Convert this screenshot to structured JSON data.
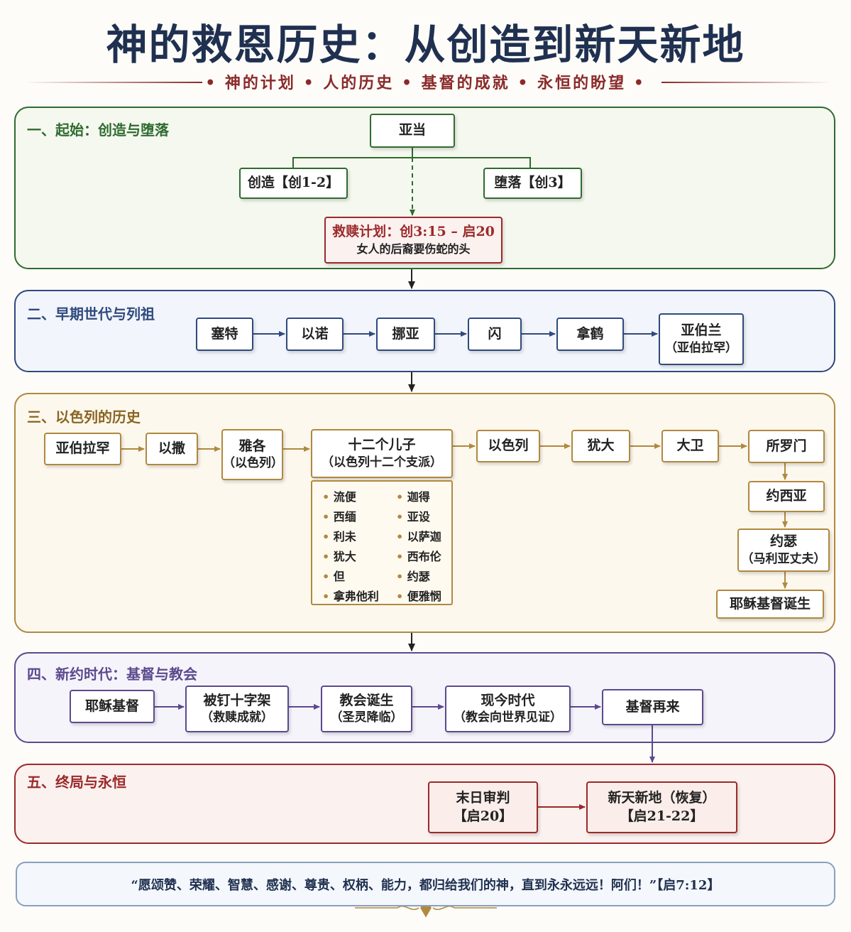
{
  "header": {
    "title": "神的救恩历史：从创造到新天新地",
    "subtitle": "• 神的计划 • 人的历史 • 基督的成就 • 永恒的盼望 •"
  },
  "sections": {
    "s1": {
      "label": "一、起始：创造与堕落",
      "adam": "亚当",
      "creation": "创造【创1-2】",
      "fall": "堕落【创3】",
      "plan_title": "救赎计划：创3:15 – 启20",
      "plan_sub": "女人的后裔要伤蛇的头"
    },
    "s2": {
      "label": "二、早期世代与列祖",
      "nodes": [
        "塞特",
        "以诺",
        "挪亚",
        "闪",
        "拿鹤"
      ],
      "abram": "亚伯兰",
      "abram_sub": "（亚伯拉罕）"
    },
    "s3": {
      "label": "三、以色列的历史",
      "abraham": "亚伯拉罕",
      "isaac": "以撒",
      "jacob": "雅各",
      "jacob_sub": "（以色列）",
      "sons": "十二个儿子",
      "sons_sub": "（以色列十二个支派）",
      "tribes_left": [
        "流便",
        "西缅",
        "利未",
        "犹大",
        "但",
        "拿弗他利"
      ],
      "tribes_right": [
        "迦得",
        "亚设",
        "以萨迦",
        "西布伦",
        "约瑟",
        "便雅悯"
      ],
      "israel": "以色列",
      "judah": "犹大",
      "david": "大卫",
      "solomon": "所罗门",
      "josiah": "约西亚",
      "joseph": "约瑟",
      "joseph_sub": "（马利亚丈夫）",
      "jesus_birth": "耶稣基督诞生"
    },
    "s4": {
      "label": "四、新约时代：基督与教会",
      "jesus": "耶稣基督",
      "cross": "被钉十字架",
      "cross_sub": "（救赎成就）",
      "church": "教会诞生",
      "church_sub": "（圣灵降临）",
      "present": "现今时代",
      "present_sub": "（教会向世界见证）",
      "return": "基督再来"
    },
    "s5": {
      "label": "五、终局与永恒",
      "judgment": "末日审判",
      "judgment_sub": "【启20】",
      "newearth": "新天新地（恢复）",
      "newearth_sub": "【启21-22】"
    }
  },
  "footer": {
    "quote": "“愿颂赞、荣耀、智慧、感谢、尊贵、权柄、能力，都归给我们的神，直到永永远远！阿们！”【启7:12】"
  },
  "colors": {
    "green": "#2f6b2f",
    "blue": "#2f4a7e",
    "gold": "#b0893f",
    "purple": "#5b4a8e",
    "red": "#9b2a2a"
  }
}
